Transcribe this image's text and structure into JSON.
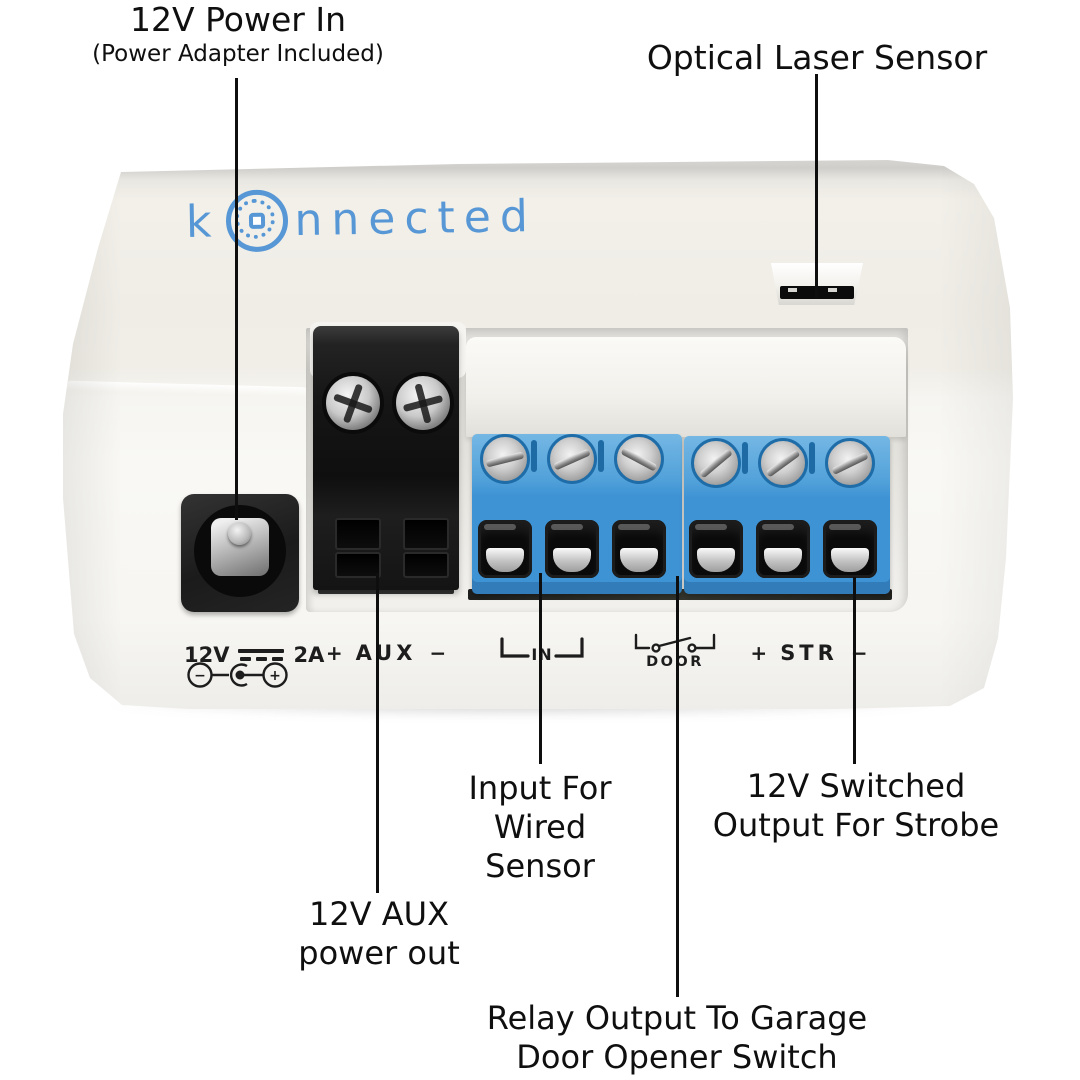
{
  "colors": {
    "logo_blue": "#5797d6",
    "terminal_blue": "#3e93d4",
    "leader_line": "#0e0e0e",
    "label_text": "#0f0f0f"
  },
  "logo": {
    "prefix": "k",
    "suffix": "nnected"
  },
  "callouts": {
    "power_in": {
      "title": "12V Power In",
      "subtitle": "(Power Adapter Included)"
    },
    "laser_sensor": {
      "title": "Optical Laser Sensor"
    },
    "wired_input": {
      "lines": [
        "Input For",
        "Wired",
        "Sensor"
      ]
    },
    "strobe_output": {
      "lines": [
        "12V Switched",
        "Output For Strobe"
      ]
    },
    "aux_power": {
      "lines": [
        "12V AUX",
        "power out"
      ]
    },
    "relay_output": {
      "lines": [
        "Relay Output To Garage",
        "Door Opener Switch"
      ]
    }
  },
  "markings": {
    "power": {
      "volts": "12V",
      "amps": "2A",
      "polarity_negative": "−",
      "polarity_positive": "+"
    },
    "aux": {
      "plus": "+",
      "label": "AUX",
      "minus": "−"
    },
    "input": {
      "label": "IN"
    },
    "door": {
      "label": "DOOR"
    },
    "strobe": {
      "plus": "+",
      "label": "STR",
      "minus": "−"
    }
  }
}
